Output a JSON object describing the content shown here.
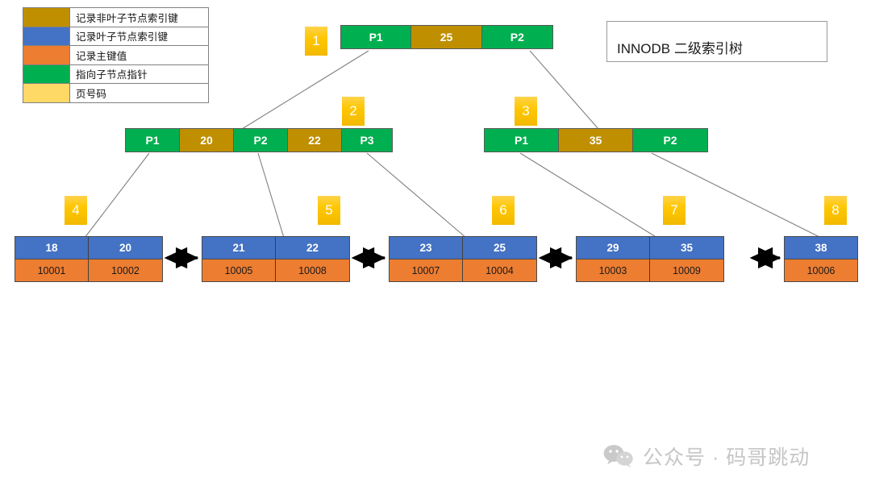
{
  "legend": {
    "items": [
      {
        "color": "#BF8F00",
        "label": "记录非叶子节点索引键"
      },
      {
        "color": "#4472C4",
        "label": "记录叶子节点索引键"
      },
      {
        "color": "#ED7D31",
        "label": "记录主键值"
      },
      {
        "color": "#00AF50",
        "label": "指向子节点指针"
      },
      {
        "color": "#FFD966",
        "label": "页号码"
      }
    ]
  },
  "title": {
    "text": "INNODB 二级索引树"
  },
  "colors": {
    "pointer_green": "#00AF50",
    "nonleaf_key_gold": "#BF8F00",
    "leaf_key_blue": "#4472C4",
    "primary_key_orange": "#ED7D31",
    "page_badge_yellow": "#FFC700",
    "line_gray": "#808080"
  },
  "tree": {
    "root": {
      "page": "1",
      "cells": [
        {
          "type": "ptr",
          "text": "P1"
        },
        {
          "type": "key",
          "text": "25"
        },
        {
          "type": "ptr",
          "text": "P2"
        }
      ]
    },
    "internal": [
      {
        "page": "2",
        "cells": [
          {
            "type": "ptr",
            "text": "P1"
          },
          {
            "type": "key",
            "text": "20"
          },
          {
            "type": "ptr",
            "text": "P2"
          },
          {
            "type": "key",
            "text": "22"
          },
          {
            "type": "ptr",
            "text": "P3"
          }
        ]
      },
      {
        "page": "3",
        "cells": [
          {
            "type": "ptr",
            "text": "P1"
          },
          {
            "type": "key",
            "text": "35"
          },
          {
            "type": "ptr",
            "text": "P2"
          }
        ]
      }
    ],
    "leaves": [
      {
        "page": "4",
        "keys": [
          "18",
          "20"
        ],
        "primary_keys": [
          "10001",
          "10002"
        ]
      },
      {
        "page": "5",
        "keys": [
          "21",
          "22"
        ],
        "primary_keys": [
          "10005",
          "10008"
        ]
      },
      {
        "page": "6",
        "keys": [
          "23",
          "25"
        ],
        "primary_keys": [
          "10007",
          "10004"
        ]
      },
      {
        "page": "7",
        "keys": [
          "29",
          "35"
        ],
        "primary_keys": [
          "10003",
          "10009"
        ]
      },
      {
        "page": "8",
        "keys": [
          "38"
        ],
        "primary_keys": [
          "10006"
        ]
      }
    ]
  },
  "watermark": {
    "text": "公众号 · 码哥跳动",
    "icon": "wechat-icon"
  }
}
